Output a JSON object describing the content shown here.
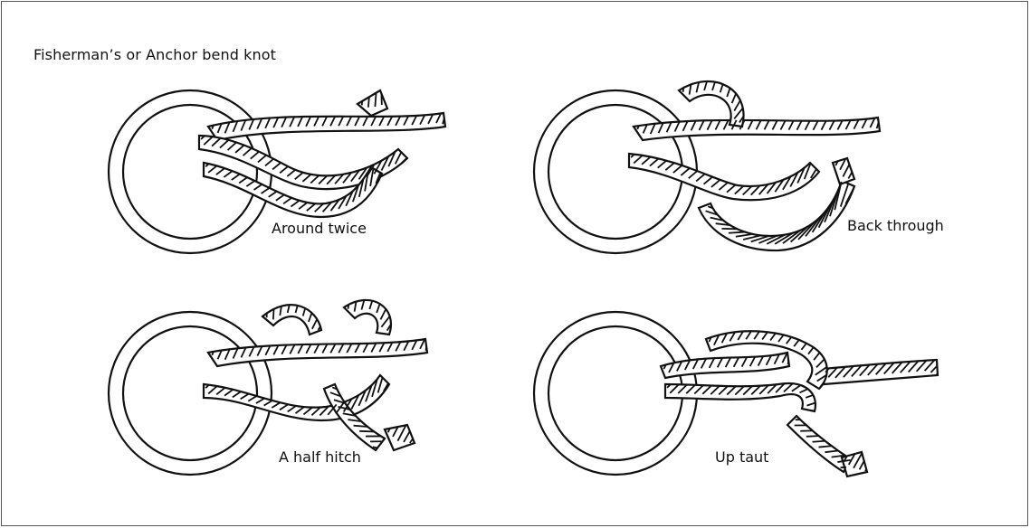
{
  "title": "Fisherman’s or Anchor bend knot",
  "panels": [
    {
      "caption": "Around twice"
    },
    {
      "caption": "Back through"
    },
    {
      "caption": "A half hitch"
    },
    {
      "caption": "Up taut"
    }
  ]
}
